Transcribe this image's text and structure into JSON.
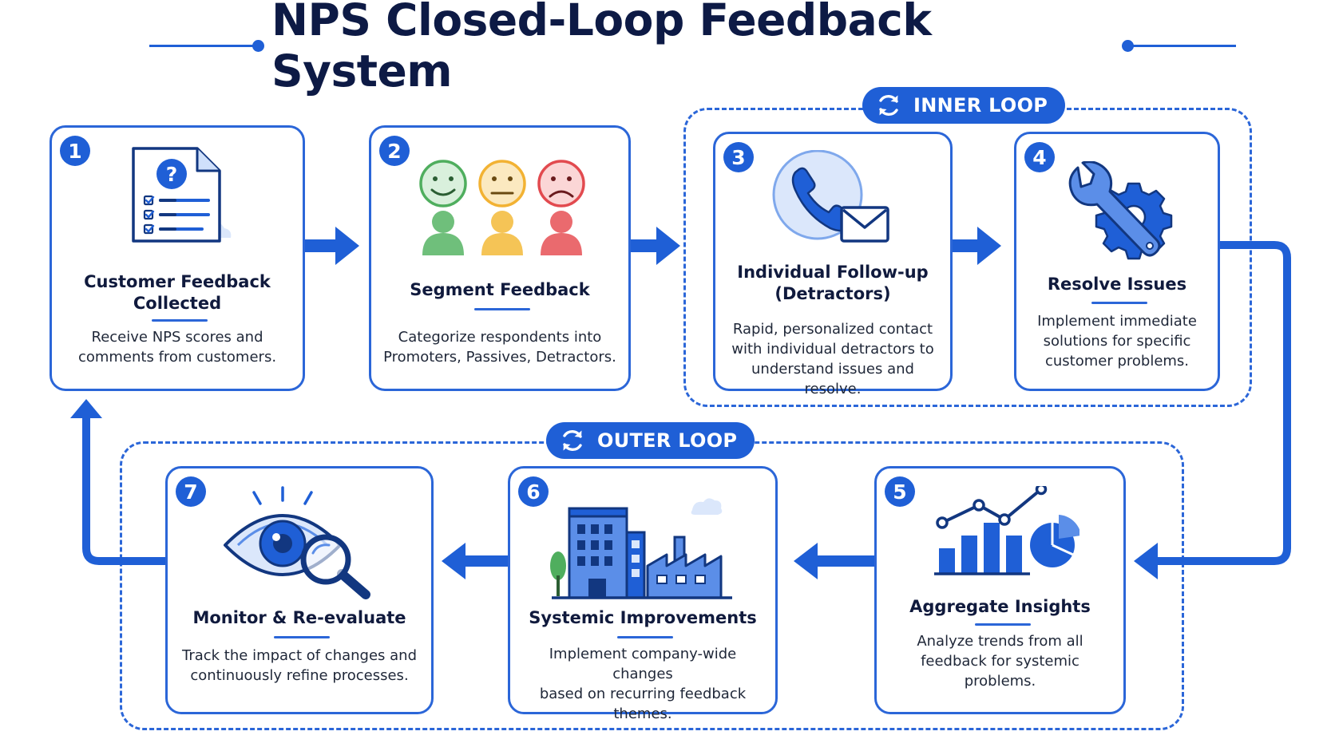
{
  "title": "NPS Closed-Loop Feedback System",
  "colors": {
    "accent": "#1f5fd6",
    "border": "#2b66d8",
    "text": "#101a3d",
    "promoter": "#4fae5e",
    "passive": "#f2b233",
    "detractor": "#e24a4f"
  },
  "loops": {
    "inner": {
      "label": "INNER LOOP",
      "icon": "refresh-icon"
    },
    "outer": {
      "label": "OUTER LOOP",
      "icon": "refresh-icon"
    }
  },
  "steps": [
    {
      "number": "1",
      "title": "Customer Feedback\nCollected",
      "description": "Receive NPS scores and\ncomments from customers.",
      "icon": "survey-document-icon"
    },
    {
      "number": "2",
      "title": "Segment Feedback",
      "description": "Categorize respondents into\nPromoters, Passives, Detractors.",
      "icon": "customer-segments-icon"
    },
    {
      "number": "3",
      "title": "Individual Follow-up\n(Detractors)",
      "description": "Rapid, personalized contact\nwith individual detractors to\nunderstand issues and resolve.",
      "icon": "phone-email-icon"
    },
    {
      "number": "4",
      "title": "Resolve Issues",
      "description": "Implement immediate\nsolutions for specific\ncustomer problems.",
      "icon": "wrench-gear-icon"
    },
    {
      "number": "5",
      "title": "Aggregate Insights",
      "description": "Analyze trends from all\nfeedback for systemic\nproblems.",
      "icon": "analytics-chart-icon"
    },
    {
      "number": "6",
      "title": "Systemic Improvements",
      "description": "Implement company-wide changes\nbased on recurring feedback\nthemes.",
      "icon": "buildings-factory-icon"
    },
    {
      "number": "7",
      "title": "Monitor & Re-evaluate",
      "description": "Track the impact of changes and\ncontinuously refine processes.",
      "icon": "eye-magnifier-icon"
    }
  ]
}
